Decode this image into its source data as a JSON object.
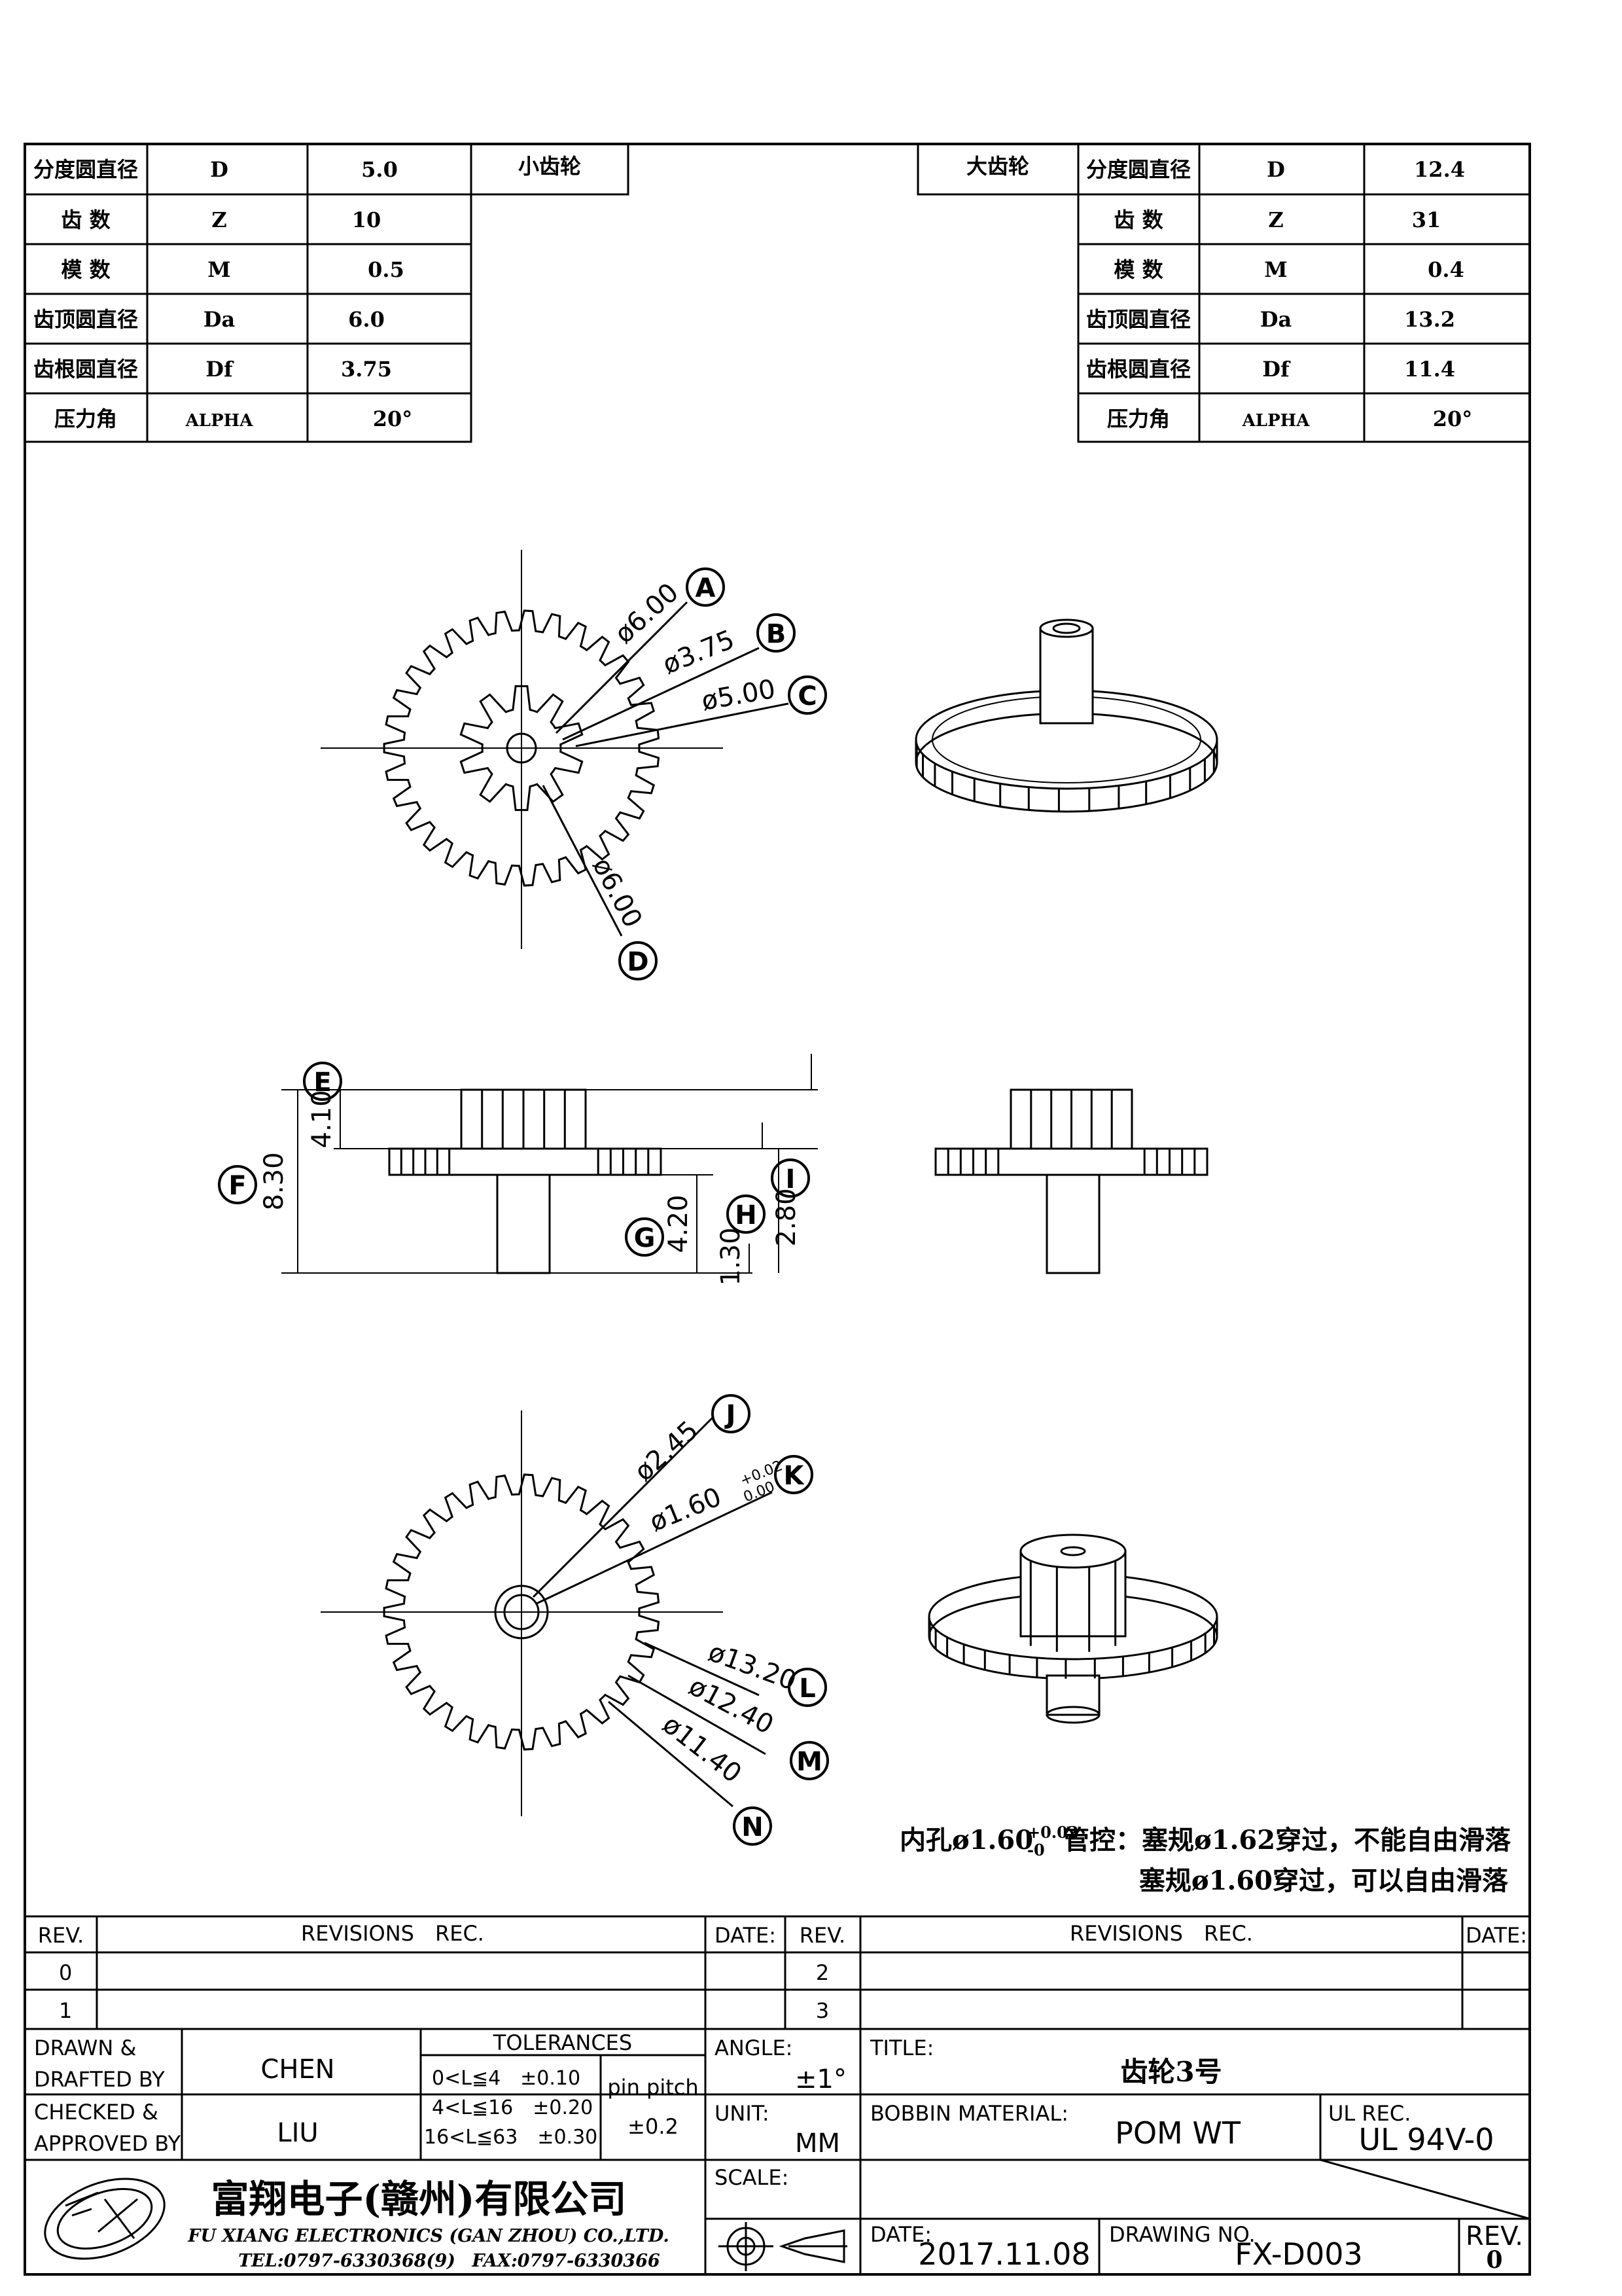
{
  "small_gear": {
    "label": "小齿轮",
    "rows": [
      {
        "name": "分度圆直径",
        "symbol": "D",
        "value": "5.0"
      },
      {
        "name": "齿 数",
        "symbol": "Z",
        "value": "10"
      },
      {
        "name": "模 数",
        "symbol": "M",
        "value": "0.5"
      },
      {
        "name": "齿顶圆直径",
        "symbol": "Da",
        "value": "6.0"
      },
      {
        "name": "齿根圆直径",
        "symbol": "Df",
        "value": "3.75"
      },
      {
        "name": "压力角",
        "symbol": "ALPHA",
        "value": "20°"
      }
    ]
  },
  "large_gear": {
    "label": "大齿轮",
    "rows": [
      {
        "name": "分度圆直径",
        "symbol": "D",
        "value": "12.4"
      },
      {
        "name": "齿 数",
        "symbol": "Z",
        "value": "31"
      },
      {
        "name": "模 数",
        "symbol": "M",
        "value": "0.4"
      },
      {
        "name": "齿顶圆直径",
        "symbol": "Da",
        "value": "13.2"
      },
      {
        "name": "齿根圆直径",
        "symbol": "Df",
        "value": "11.4"
      },
      {
        "name": "压力角",
        "symbol": "ALPHA",
        "value": "20°"
      }
    ]
  },
  "dimensions": {
    "A": "ø6.00",
    "B": "ø3.75",
    "C": "ø5.00",
    "D": "ø6.00",
    "E": "4.10",
    "F": "8.30",
    "G": "4.20",
    "H": "1.30",
    "I": "2.80",
    "J": "ø2.45",
    "K": "ø1.60",
    "K_tol_upper": "+0.02",
    "K_tol_lower": "0.00",
    "L": "ø13.20",
    "M": "ø12.40",
    "N": "ø11.40"
  },
  "callouts": [
    "A",
    "B",
    "C",
    "D",
    "E",
    "F",
    "G",
    "H",
    "I",
    "J",
    "K",
    "L",
    "M",
    "N"
  ],
  "note": {
    "line1_prefix": "内孔ø1.60",
    "line1_tol_upper": "+0.02",
    "line1_tol_lower": "-0",
    "line1_suffix": "管控：塞规ø1.62穿过，不能自由滑落",
    "line2": "塞规ø1.60穿过，可以自由滑落"
  },
  "title_block": {
    "rev_header": "REV.",
    "revisions_header": "REVISIONS　REC.",
    "date_header": "DATE:",
    "rev_left": [
      "0",
      "1"
    ],
    "rev_right": [
      "2",
      "3"
    ],
    "drawn_label_1": "DRAWN &",
    "drawn_label_2": "DRAFTED BY",
    "drawn_by": "CHEN",
    "checked_label_1": "CHECKED &",
    "checked_label_2": "APPROVED BY",
    "checked_by": "LIU",
    "tolerances_label": "TOLERANCES",
    "tol_rows": [
      "0<L≦4　±0.10",
      "4<L≦16　±0.20",
      "16<L≦63　±0.30"
    ],
    "pin_pitch_label": "pin pitch",
    "pin_pitch_value": "±0.2",
    "angle_label": "ANGLE:",
    "angle_value": "±1°",
    "unit_label": "UNIT:",
    "unit_value": "MM",
    "scale_label": "SCALE:",
    "title_label": "TITLE:",
    "title_value": "齿轮3号",
    "material_label": "BOBBIN MATERIAL:",
    "material_value": "POM WT",
    "ul_label": "UL REC.",
    "ul_value": "UL 94V-0",
    "date_label": "DATE:",
    "date_value": "2017.11.08",
    "drawing_no_label": "DRAWING NO.",
    "drawing_no_value": "FX-D003",
    "rev_label": "REV.",
    "rev_value": "0",
    "company_cn": "富翔电子(赣州)有限公司",
    "company_en": "FU XIANG ELECTRONICS (GAN ZHOU) CO.,LTD.",
    "tel": "TEL:0797-6330368(9)",
    "fax": "FAX:0797-6330366"
  }
}
